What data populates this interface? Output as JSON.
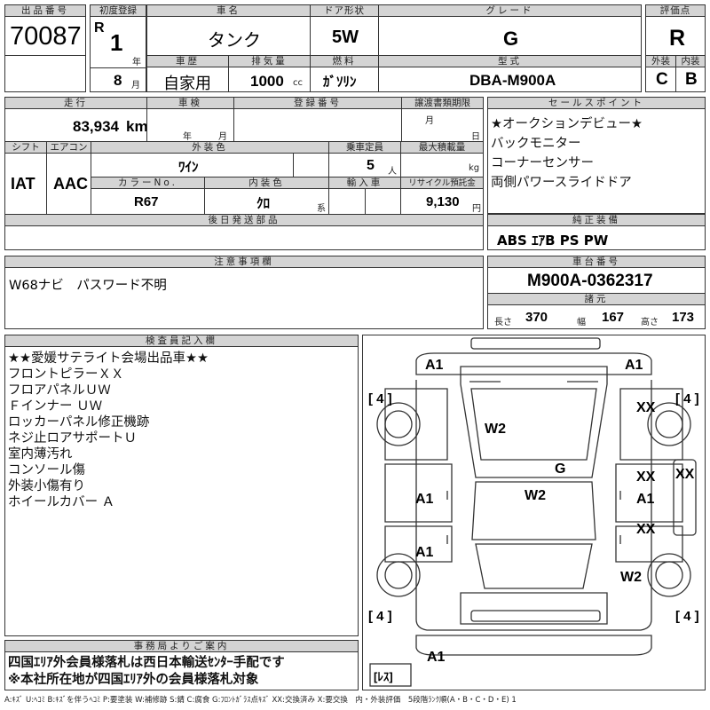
{
  "header": {
    "lot_label": "出品番号",
    "lot_number": "70087",
    "first_reg_label": "初度登録",
    "era": "R",
    "year": "1",
    "year_unit": "年",
    "month": "8",
    "month_unit": "月",
    "name_label": "車名",
    "car_name": "タンク",
    "history_label": "車歴",
    "history": "自家用",
    "disp_label": "排気量",
    "displacement": "1000",
    "disp_unit": "cc",
    "door_label": "ドア形状",
    "door": "5W",
    "fuel_label": "燃料",
    "fuel": "ｶﾞｿﾘﾝ",
    "grade_label": "グレード",
    "grade": "G",
    "model_label": "型式",
    "model": "DBA-M900A",
    "score_label": "評価点",
    "score": "R",
    "ext_label": "外装",
    "ext": "C",
    "int_label": "内装",
    "int": "B"
  },
  "specs": {
    "mileage_label": "走行",
    "mileage": "83,934",
    "mileage_unit": "km",
    "inspection_label": "車検",
    "insp_year_unit": "年",
    "insp_month_unit": "月",
    "reg_label": "登録番号",
    "transfer_label": "譲渡書類期限",
    "transfer_month_unit": "月",
    "transfer_day_unit": "日",
    "shift_label": "シフト",
    "shift": "IAT",
    "ac_label": "エアコン",
    "ac": "AAC",
    "color_label": "外装色",
    "color": "ﾜｲﾝ",
    "capacity_label": "乗車定員",
    "capacity": "5",
    "capacity_unit": "人",
    "load_label": "最大積載量",
    "load_unit": "kg",
    "color_no_label": "カラーNo.",
    "color_no": "R67",
    "int_color_label": "内装色",
    "int_color": "ｸﾛ",
    "int_color_unit": "系",
    "import_label": "輸入車",
    "recycle_label": "リサイクル預託金",
    "recycle": "9,130",
    "recycle_unit": "円",
    "later_label": "後日発送部品"
  },
  "selling": {
    "label": "セールスポイント",
    "lines": [
      "★オークションデビュー★",
      "バックモニター",
      "コーナーセンサー",
      "両側パワースライドドア"
    ]
  },
  "equipment": {
    "label": "純正装備",
    "value": "ABS ｴｱB PS PW"
  },
  "notes": {
    "label": "注意事項欄",
    "text": "W68ナビ　パスワード不明"
  },
  "chassis": {
    "label": "車台番号",
    "value": "M900A-0362317",
    "dims_label": "諸元",
    "length_label": "長さ",
    "length": "370",
    "width_label": "幅",
    "width": "167",
    "height_label": "高さ",
    "height": "173"
  },
  "inspector": {
    "label": "検査員記入欄",
    "lines": [
      "★★愛媛サテライト会場出品車★★",
      "フロントピラーＸＸ",
      "フロアパネルＵＷ",
      "Ｆインナー ＵＷ",
      "ロッカーパネル修正機跡",
      "ネジ止ロアサポートＵ",
      "室内薄汚れ",
      "コンソール傷",
      "外装小傷有り",
      "ホイールカバー Ａ"
    ]
  },
  "office": {
    "label": "事務局よりご案内",
    "lines": [
      "四国ｴﾘｱ外会員様落札は西日本輸送ｾﾝﾀｰ手配です",
      "※本社所在地が四国ｴﾘｱ外の会員様落札対象"
    ]
  },
  "diagram": {
    "tire_fl": "[ 4 ]",
    "tire_fr": "[ 4 ]",
    "tire_rl": "[ 4 ]",
    "tire_rr": "[ 4 ]",
    "spare": "[ﾚｽ]",
    "marks": [
      {
        "id": "bumper-front-left",
        "text": "A1"
      },
      {
        "id": "bumper-front-right",
        "text": "A1"
      },
      {
        "id": "fender-front-right",
        "text": "XX"
      },
      {
        "id": "hood",
        "text": "W2"
      },
      {
        "id": "roof-g",
        "text": "G"
      },
      {
        "id": "pillar-right",
        "text": "XX"
      },
      {
        "id": "door-front-right",
        "text": "XX"
      },
      {
        "id": "door-front-right-a1",
        "text": "A1"
      },
      {
        "id": "door-front-left",
        "text": "A1"
      },
      {
        "id": "roof",
        "text": "W2"
      },
      {
        "id": "door-rear-right",
        "text": "XX"
      },
      {
        "id": "door-rear-left",
        "text": "A1"
      },
      {
        "id": "fender-rear-right",
        "text": "W2"
      },
      {
        "id": "bumper-rear-left",
        "text": "A1"
      }
    ]
  },
  "footer": {
    "legend": "A:ｷｽﾞ U:ﾍｺﾐ B:ｷｽﾞを伴うﾍｺﾐ P:要塗装 W:補修跡 S:錆 C:腐食 G:ﾌﾛﾝﾄｶﾞﾗｽ点ｷｽﾞ XX:交換済み X:要交換　内・外装評価　5段階ﾗﾝｸ順(A・B・C・D・E) 1"
  }
}
